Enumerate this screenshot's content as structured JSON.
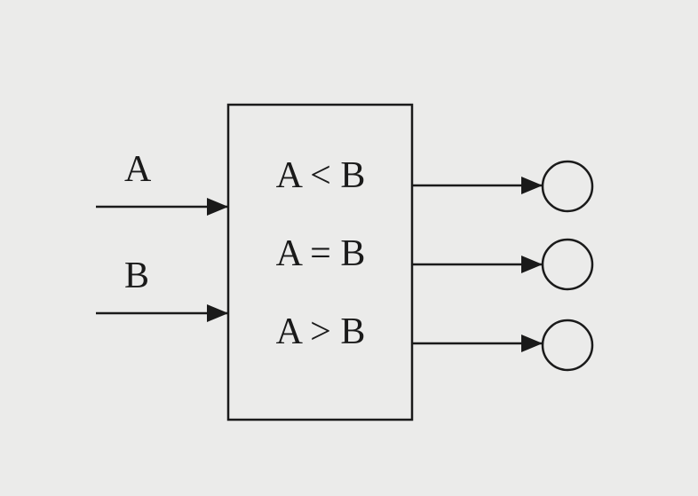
{
  "diagram": {
    "inputs": [
      {
        "label": "A"
      },
      {
        "label": "B"
      }
    ],
    "outputs": [
      {
        "label": "A < B"
      },
      {
        "label": "A = B"
      },
      {
        "label": "A > B"
      }
    ],
    "colors": {
      "background": "#ebebea",
      "ink": "#1a1a1a"
    }
  }
}
